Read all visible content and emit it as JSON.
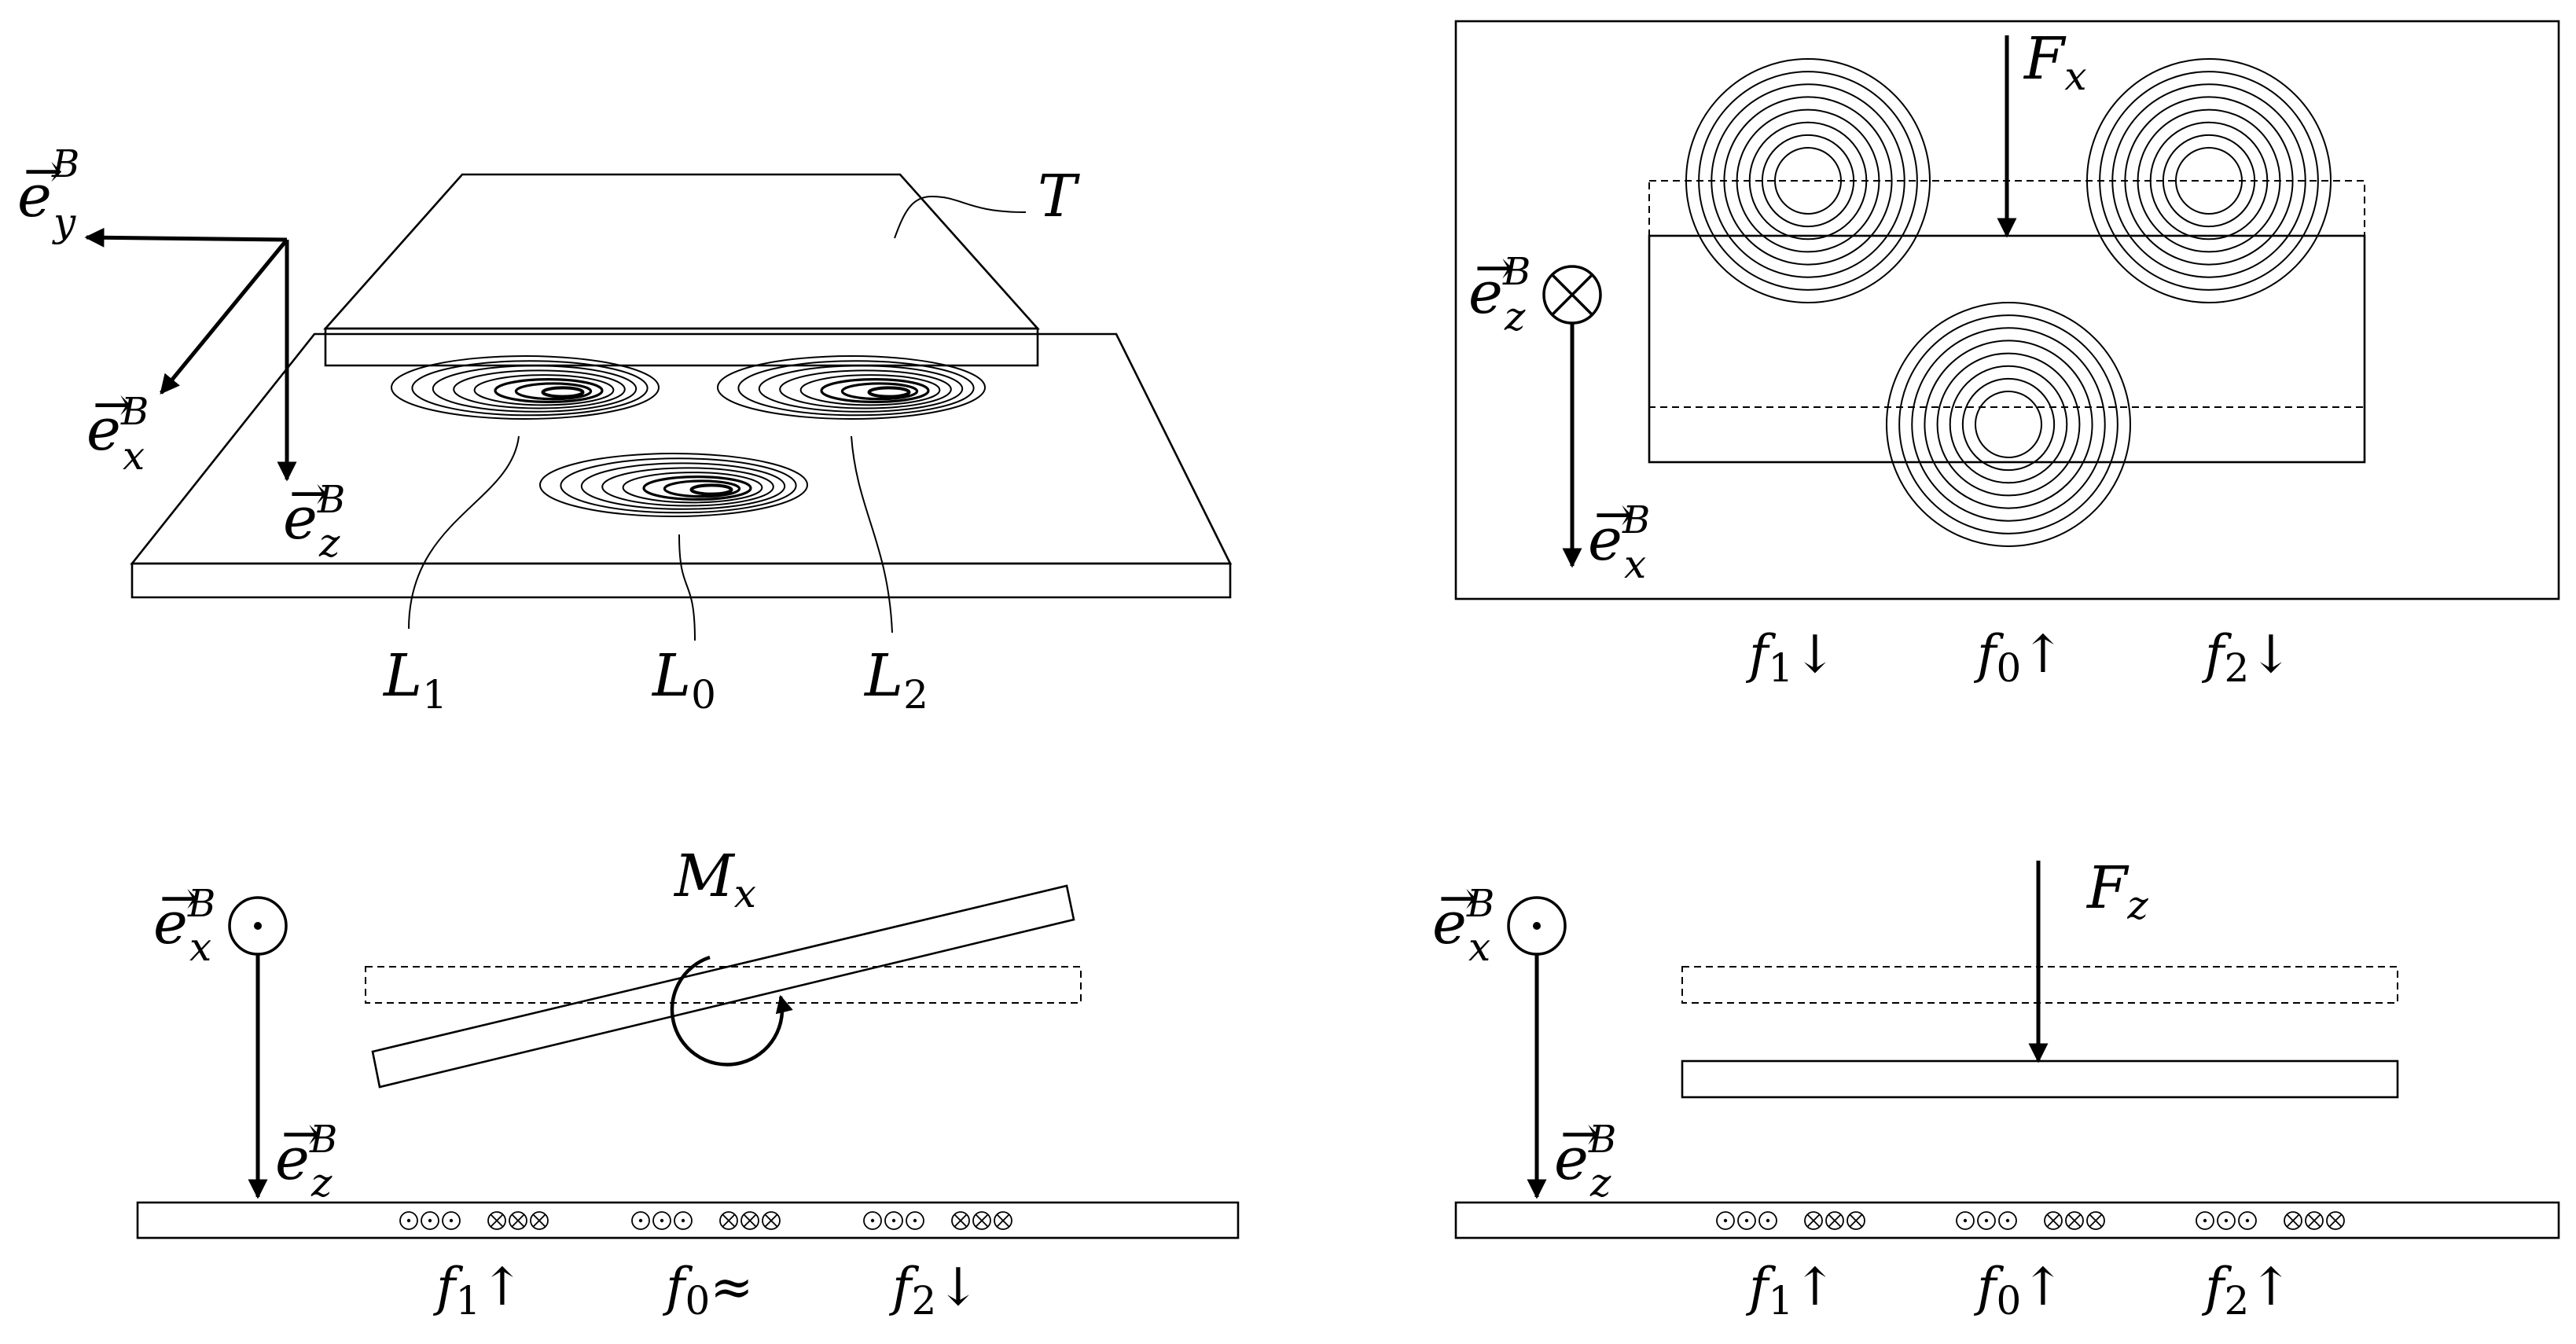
{
  "panel_top_left": {
    "plate_label": "T",
    "coils": [
      {
        "label": "L",
        "index": "1"
      },
      {
        "label": "L",
        "index": "0"
      },
      {
        "label": "L",
        "index": "2"
      }
    ],
    "axes": [
      {
        "base": "e",
        "sub": "y",
        "sup": "B"
      },
      {
        "base": "e",
        "sub": "x",
        "sup": "B"
      },
      {
        "base": "e",
        "sub": "z",
        "sup": "B"
      }
    ]
  },
  "panel_top_right": {
    "force": {
      "base": "F",
      "sub": "x"
    },
    "axis_into": {
      "base": "e",
      "sub": "z",
      "sup": "B"
    },
    "axis_down": {
      "base": "e",
      "sub": "x",
      "sup": "B"
    },
    "freqs": [
      {
        "base": "f",
        "sub": "1",
        "arrow": "↓"
      },
      {
        "base": "f",
        "sub": "0",
        "arrow": "↑"
      },
      {
        "base": "f",
        "sub": "2",
        "arrow": "↓"
      }
    ]
  },
  "panel_bottom_left": {
    "moment": {
      "base": "M",
      "sub": "x"
    },
    "axis_out": {
      "base": "e",
      "sub": "x",
      "sup": "B"
    },
    "axis_down": {
      "base": "e",
      "sub": "z",
      "sup": "B"
    },
    "freqs": [
      {
        "base": "f",
        "sub": "1",
        "arrow": "↑"
      },
      {
        "base": "f",
        "sub": "0",
        "arrow": "≈"
      },
      {
        "base": "f",
        "sub": "2",
        "arrow": "↓"
      }
    ]
  },
  "panel_bottom_right": {
    "force": {
      "base": "F",
      "sub": "z"
    },
    "axis_out": {
      "base": "e",
      "sub": "x",
      "sup": "B"
    },
    "axis_down": {
      "base": "e",
      "sub": "z",
      "sup": "B"
    },
    "freqs": [
      {
        "base": "f",
        "sub": "1",
        "arrow": "↑"
      },
      {
        "base": "f",
        "sub": "0",
        "arrow": "↑"
      },
      {
        "base": "f",
        "sub": "2",
        "arrow": "↑"
      }
    ]
  }
}
